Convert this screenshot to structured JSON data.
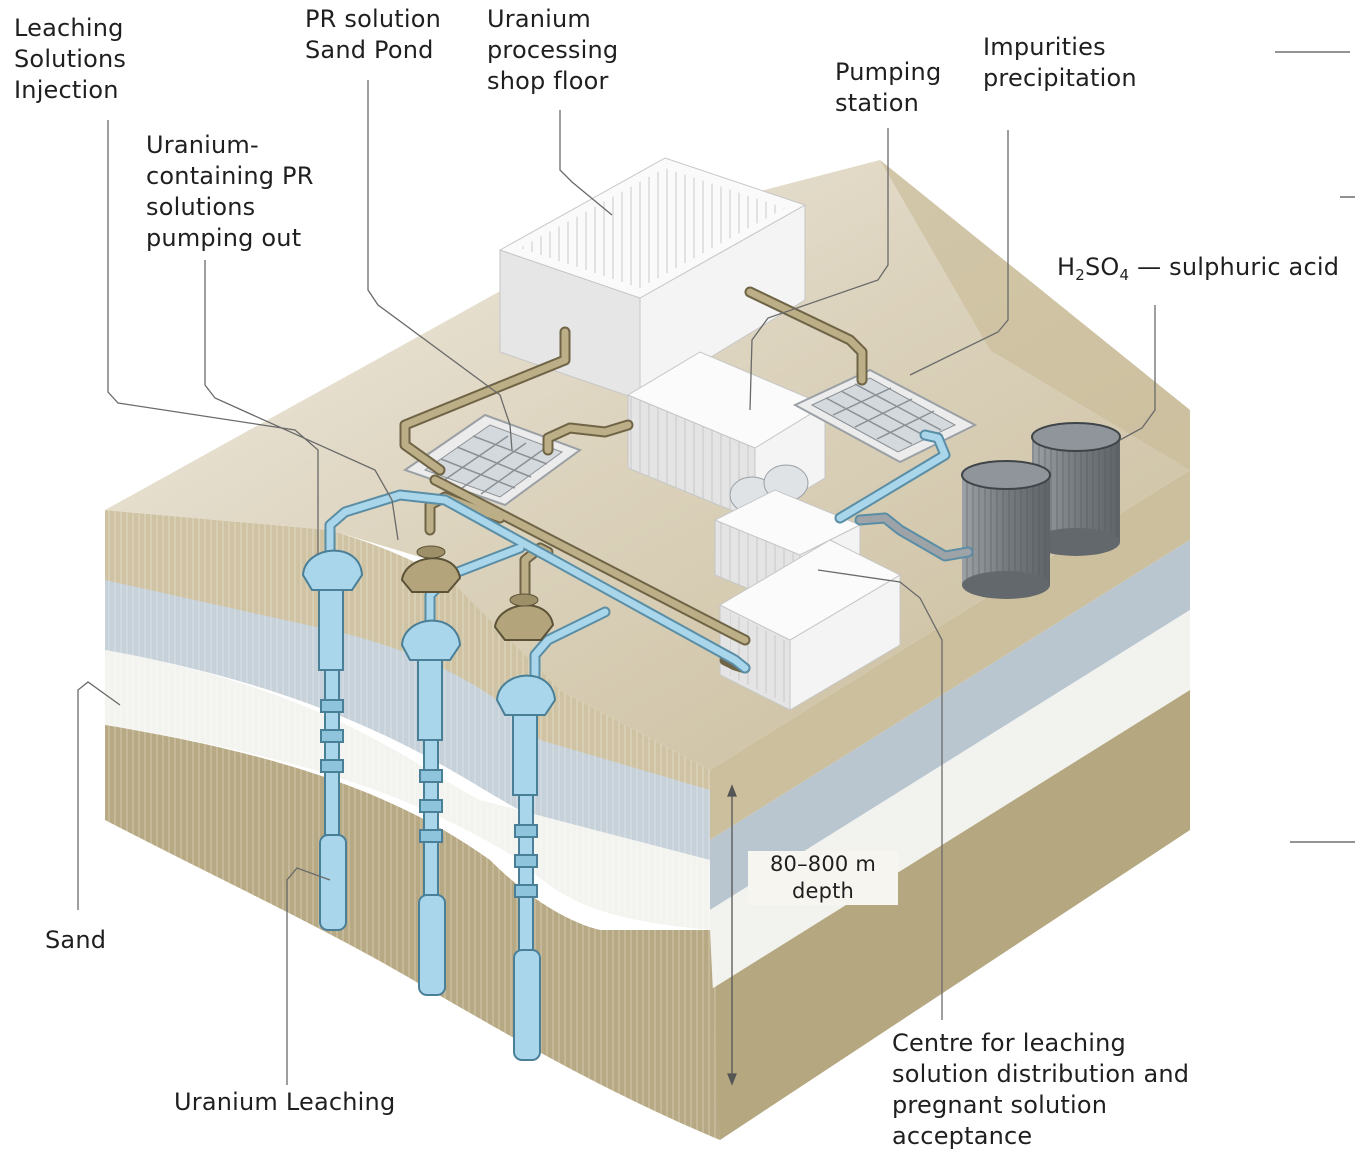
{
  "labels": {
    "leaching_injection": "Leaching\nSolutions\nInjection",
    "pr_sand_pond": "PR solution\nSand Pond",
    "processing_shop": "Uranium\nprocessing\nshop floor",
    "pumping_station": "Pumping\nstation",
    "impurities": "Impurities\nprecipitation",
    "pr_pumping_out": "Uranium-\ncontaining PR\nsolutions\npumping out",
    "acid_formula_main": "H",
    "acid_formula_sub1": "2",
    "acid_formula_mid": "SO",
    "acid_formula_sub2": "4",
    "acid_desc": " — sulphuric acid",
    "depth": "80–800 m\ndepth",
    "sand": "Sand",
    "uranium_leaching": "Uranium Leaching",
    "centre": "Centre for leaching\nsolution distribution and\npregnant solution\nacceptance"
  },
  "colors": {
    "ground_top": "#d9d1bc",
    "soil_brown": "#b9ab85",
    "sand_white": "#f1f1ee",
    "clay_blue": "#c9d4da",
    "pipe_blue": "#a9d6ea",
    "pipe_brown": "#b3a37b",
    "tank_grey": "#7f8489",
    "building": "#efefef"
  }
}
